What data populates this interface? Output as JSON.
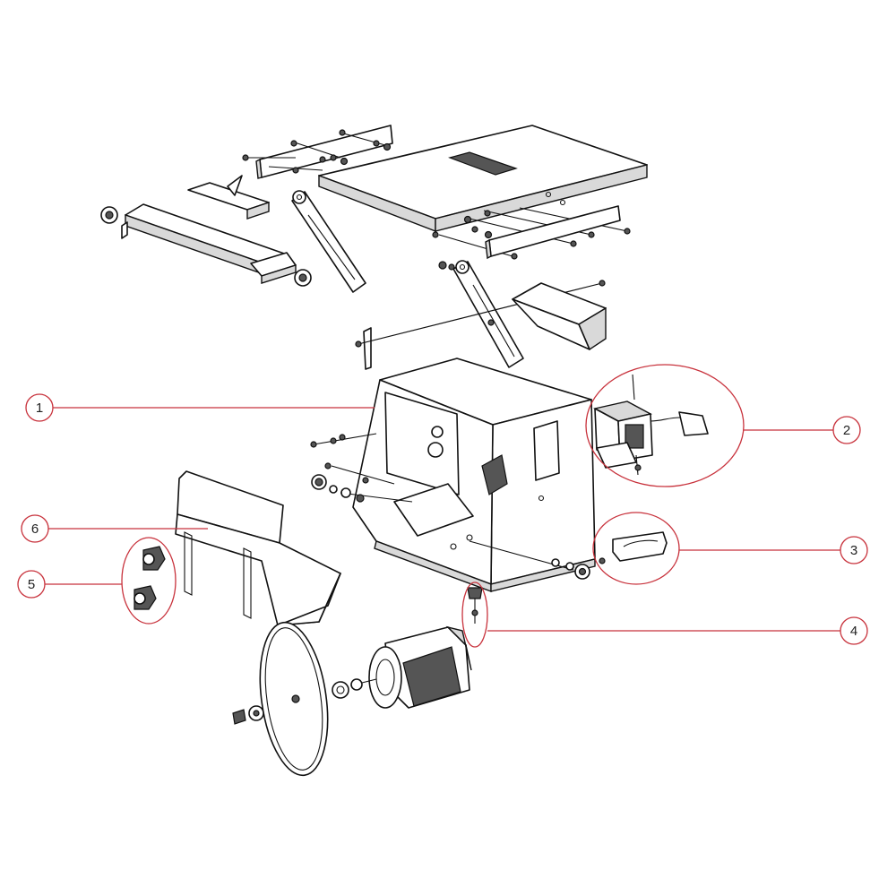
{
  "colors": {
    "callout": "#c8323c",
    "line_art": "#111111",
    "panel_shade": "#d9d9d9",
    "background": "#ffffff"
  },
  "callouts": [
    {
      "id": "1",
      "label": "1"
    },
    {
      "id": "2",
      "label": "2"
    },
    {
      "id": "3",
      "label": "3"
    },
    {
      "id": "4",
      "label": "4"
    },
    {
      "id": "5",
      "label": "5"
    },
    {
      "id": "6",
      "label": "6"
    }
  ]
}
